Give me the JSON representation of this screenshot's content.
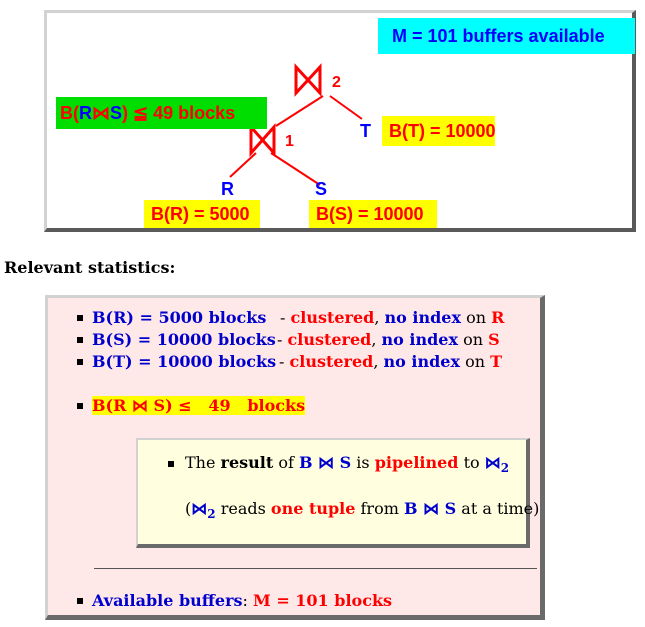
{
  "diagram": {
    "memory_label": "M = 101 buffers  available",
    "intermediate_label": {
      "prefix": "B(",
      "r": "R",
      "join": "⋈",
      "s": "S",
      "suffix": ") ≦ 49 blocks"
    },
    "nodes": {
      "join2_number": "2",
      "join1_number": "1",
      "leaf_r": "R",
      "leaf_s": "S",
      "leaf_t": "T"
    },
    "sizes": {
      "bt": "B(T) = 10000",
      "br": "B(R) = 5000",
      "bs": "B(S) = 10000"
    }
  },
  "heading": "Relevant statistics:",
  "stats": {
    "items": [
      {
        "main": "B(R) = 5000 blocks",
        "dash": "- ",
        "clustered": "clustered",
        "comma": ", ",
        "noindex": "no index",
        "on": " on ",
        "rel": "R"
      },
      {
        "main": "B(S) = 10000 blocks",
        "dash": "- ",
        "clustered": "clustered",
        "comma": ", ",
        "noindex": "no index",
        "on": " on ",
        "rel": "S"
      },
      {
        "main": "B(T) = 10000 blocks",
        "dash": "- ",
        "clustered": "clustered",
        "comma": ", ",
        "noindex": "no index",
        "on": " on ",
        "rel": "T"
      }
    ],
    "intermediate": "B(R ⋈ S) ≤   49   blocks",
    "pipeline_note": {
      "the": "The ",
      "result": "result",
      "of": " of ",
      "expr": "B ⋈ S",
      "is": " is ",
      "pipelined": "pipelined",
      "to": " to ",
      "join2": "⋈",
      "sub2": "2"
    },
    "pipeline_detail": {
      "open": "(",
      "join2": "⋈",
      "sub2": "2",
      "reads": " reads ",
      "one_tuple": "one tuple",
      "from": " from ",
      "expr": "B ⋈ S",
      "rest": " at a time)"
    },
    "buffers": {
      "label": "Available buffers",
      "colon": ": ",
      "value": "M = 101 blocks"
    }
  }
}
